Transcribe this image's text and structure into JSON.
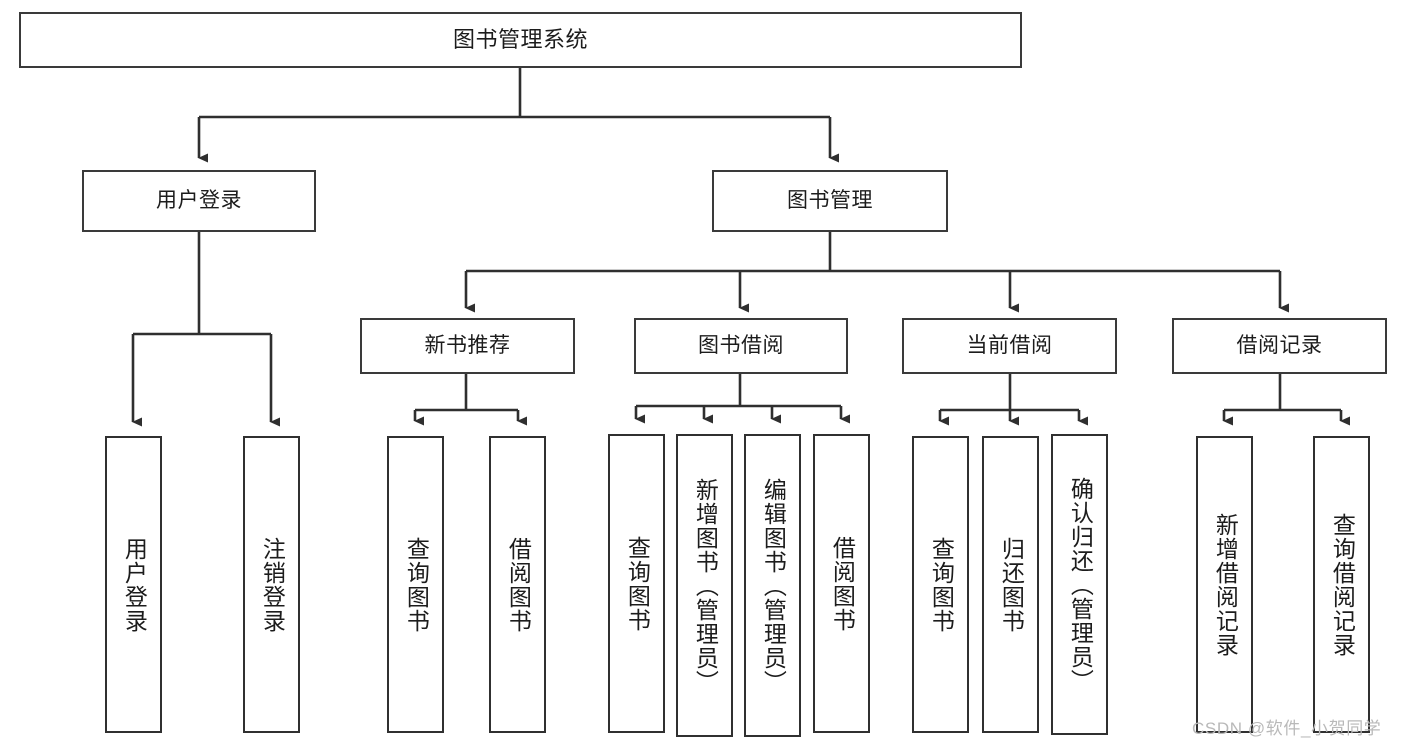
{
  "diagram": {
    "title": "图书管理系统",
    "type": "tree-hierarchy-chart",
    "orientation": "top-down",
    "line_color": "#3a3a3a",
    "box_fill": "#ffffff",
    "text_color": "#1c1c1c"
  },
  "nodes": {
    "root": {
      "label": "图书管理系统"
    },
    "level2": [
      {
        "label": "用户登录"
      },
      {
        "label": "图书管理"
      }
    ],
    "level3": [
      {
        "label": "新书推荐"
      },
      {
        "label": "图书借阅"
      },
      {
        "label": "当前借阅"
      },
      {
        "label": "借阅记录"
      }
    ],
    "leaves": {
      "user_login": [
        {
          "label": "用户登录"
        },
        {
          "label": "注销登录"
        }
      ],
      "new_book_recommend": [
        {
          "label": "查询图书"
        },
        {
          "label": "借阅图书"
        }
      ],
      "book_borrow": [
        {
          "label": "查询图书"
        },
        {
          "label": "新增图书（管理员）"
        },
        {
          "label": "编辑图书（管理员）"
        },
        {
          "label": "借阅图书"
        }
      ],
      "current_borrow": [
        {
          "label": "查询图书"
        },
        {
          "label": "归还图书"
        },
        {
          "label": "确认归还（管理员）"
        }
      ],
      "borrow_record": [
        {
          "label": "新增借阅记录"
        },
        {
          "label": "查询借阅记录"
        }
      ]
    }
  },
  "watermark": {
    "text": "CSDN @软件_小贺同学",
    "color": "#b9b9b9"
  }
}
